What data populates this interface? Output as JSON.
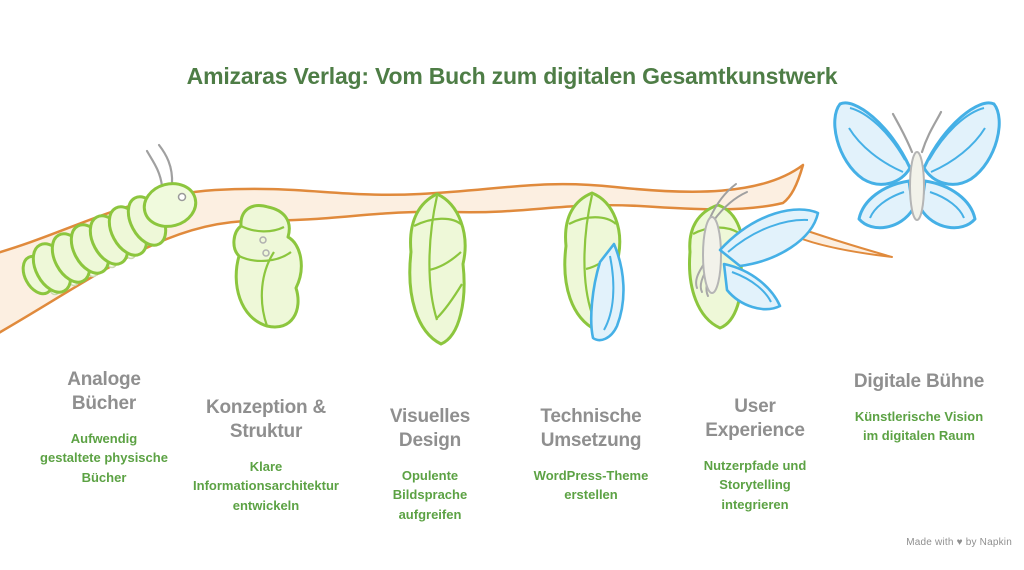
{
  "title": {
    "text": "Amizaras Verlag: Vom Buch zum digitalen Gesamtkunstwerk",
    "color": "#4e7d46"
  },
  "stages": [
    {
      "heading": "Analoge Bücher",
      "heading_lines": [
        "Analoge",
        "Bücher"
      ],
      "description": "Aufwendig gestaltete physische Bücher",
      "description_lines": [
        "Aufwendig",
        "gestaltete physische",
        "Bücher"
      ],
      "icon": "caterpillar"
    },
    {
      "heading": "Konzeption & Struktur",
      "heading_lines": [
        "Konzeption &",
        "Struktur"
      ],
      "description": "Klare Informationsarchitektur entwickeln",
      "description_lines": [
        "Klare",
        "Informationsarchitektur",
        "entwickeln"
      ],
      "icon": "curled-caterpillar"
    },
    {
      "heading": "Visuelles Design",
      "heading_lines": [
        "Visuelles",
        "Design"
      ],
      "description": "Opulente Bildsprache aufgreifen",
      "description_lines": [
        "Opulente",
        "Bildsprache",
        "aufgreifen"
      ],
      "icon": "chrysalis"
    },
    {
      "heading": "Technische Umsetzung",
      "heading_lines": [
        "Technische",
        "Umsetzung"
      ],
      "description": "WordPress-Theme erstellen",
      "description_lines": [
        "WordPress-Theme",
        "erstellen"
      ],
      "icon": "chrysalis-wing-emerging"
    },
    {
      "heading": "User Experience",
      "heading_lines": [
        "User",
        "Experience"
      ],
      "description": "Nutzerpfade und Storytelling integrieren",
      "description_lines": [
        "Nutzerpfade und",
        "Storytelling",
        "integrieren"
      ],
      "icon": "butterfly-emerging"
    },
    {
      "heading": "Digitale Bühne",
      "heading_lines": [
        "Digitale Bühne"
      ],
      "description": "Künstlerische Vision im digitalen Raum",
      "description_lines": [
        "Künstlerische Vision",
        "im digitalen Raum"
      ],
      "icon": "butterfly"
    }
  ],
  "illustration": {
    "metaphor": "metamorphosis from caterpillar on a branch to butterfly",
    "branch_fill": "#fcefe1",
    "branch_stroke": "#e08a3c",
    "green_fill": "#eef8d8",
    "green_stroke": "#8cc63e",
    "blue_fill": "#e2f2fb",
    "blue_stroke": "#45b0e6",
    "body_fill": "#f2f2ea",
    "body_stroke": "#b5b5b5",
    "antenna_color": "#a0a0a0"
  },
  "text_colors": {
    "title": "#4e7d46",
    "stage_heading": "#8f8f8f",
    "stage_description": "#5ca244",
    "footer": "#8f8f8f"
  },
  "footer": {
    "credit": "Made with ♥ by Napkin"
  }
}
